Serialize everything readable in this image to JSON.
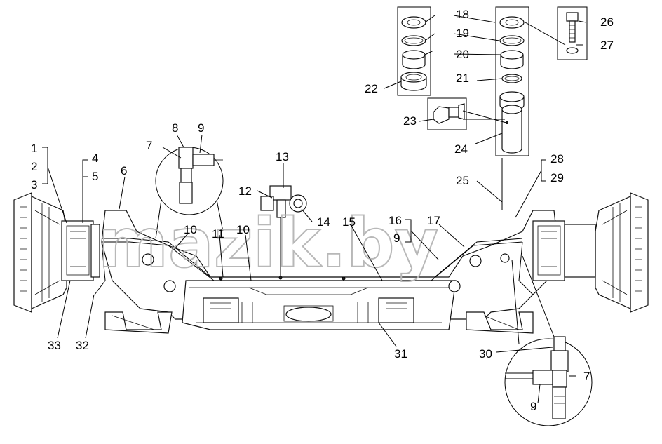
{
  "watermark": "mazik.by",
  "callouts": [
    {
      "id": "c1",
      "text": "1"
    },
    {
      "id": "c2",
      "text": "2"
    },
    {
      "id": "c3",
      "text": "3"
    },
    {
      "id": "c4",
      "text": "4"
    },
    {
      "id": "c5",
      "text": "5"
    },
    {
      "id": "c6",
      "text": "6"
    },
    {
      "id": "c7a",
      "text": "7"
    },
    {
      "id": "c8",
      "text": "8"
    },
    {
      "id": "c9a",
      "text": "9"
    },
    {
      "id": "c10a",
      "text": "10"
    },
    {
      "id": "c11",
      "text": "11"
    },
    {
      "id": "c10b",
      "text": "10"
    },
    {
      "id": "c12",
      "text": "12"
    },
    {
      "id": "c13",
      "text": "13"
    },
    {
      "id": "c14",
      "text": "14"
    },
    {
      "id": "c15",
      "text": "15"
    },
    {
      "id": "c16",
      "text": "16"
    },
    {
      "id": "c9b",
      "text": "9"
    },
    {
      "id": "c17",
      "text": "17"
    },
    {
      "id": "c18",
      "text": "18"
    },
    {
      "id": "c19",
      "text": "19"
    },
    {
      "id": "c20",
      "text": "20"
    },
    {
      "id": "c21",
      "text": "21"
    },
    {
      "id": "c22",
      "text": "22"
    },
    {
      "id": "c23",
      "text": "23"
    },
    {
      "id": "c24",
      "text": "24"
    },
    {
      "id": "c25",
      "text": "25"
    },
    {
      "id": "c26",
      "text": "26"
    },
    {
      "id": "c27",
      "text": "27"
    },
    {
      "id": "c28",
      "text": "28"
    },
    {
      "id": "c29",
      "text": "29"
    },
    {
      "id": "c30",
      "text": "30"
    },
    {
      "id": "c7b",
      "text": "7"
    },
    {
      "id": "c9c",
      "text": "9"
    },
    {
      "id": "c31",
      "text": "31"
    },
    {
      "id": "c32",
      "text": "32"
    },
    {
      "id": "c33",
      "text": "33"
    }
  ]
}
